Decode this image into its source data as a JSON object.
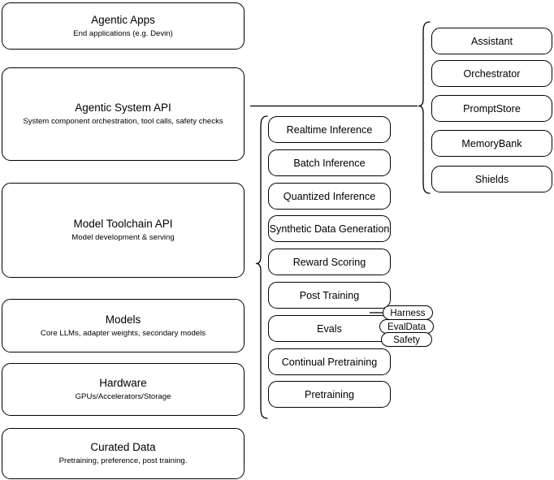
{
  "diagram": {
    "title": "AI stack layered architecture diagram",
    "stroke_color": "#000000",
    "background_color": "#ffffff"
  },
  "stack_layers": [
    {
      "title": "Agentic Apps",
      "subtitle": "End applications (e.g. Devin)"
    },
    {
      "title": "Agentic System API",
      "subtitle": "System component orchestration, tool calls, safety checks"
    },
    {
      "title": "Model Toolchain API",
      "subtitle": "Model development & serving"
    },
    {
      "title": "Models",
      "subtitle": "Core LLMs, adapter weights, secondary models"
    },
    {
      "title": "Hardware",
      "subtitle": "GPUs/Accelerators/Storage"
    },
    {
      "title": "Curated Data",
      "subtitle": "Pretraining, preference, post training."
    }
  ],
  "toolchain_components": [
    {
      "label": "Realtime Inference"
    },
    {
      "label": "Batch Inference"
    },
    {
      "label": "Quantized Inference"
    },
    {
      "label": "Synthetic Data Generation"
    },
    {
      "label": "Reward Scoring"
    },
    {
      "label": "Post Training"
    },
    {
      "label": "Evals"
    },
    {
      "label": "Continual Pretraining"
    },
    {
      "label": "Pretraining"
    }
  ],
  "agentic_components": [
    {
      "label": "Assistant"
    },
    {
      "label": "Orchestrator"
    },
    {
      "label": "PromptStore"
    },
    {
      "label": "MemoryBank"
    },
    {
      "label": "Shields"
    }
  ],
  "evals_subcomponents": [
    {
      "label": "Harness"
    },
    {
      "label": "EvalData"
    },
    {
      "label": "Safety"
    }
  ]
}
